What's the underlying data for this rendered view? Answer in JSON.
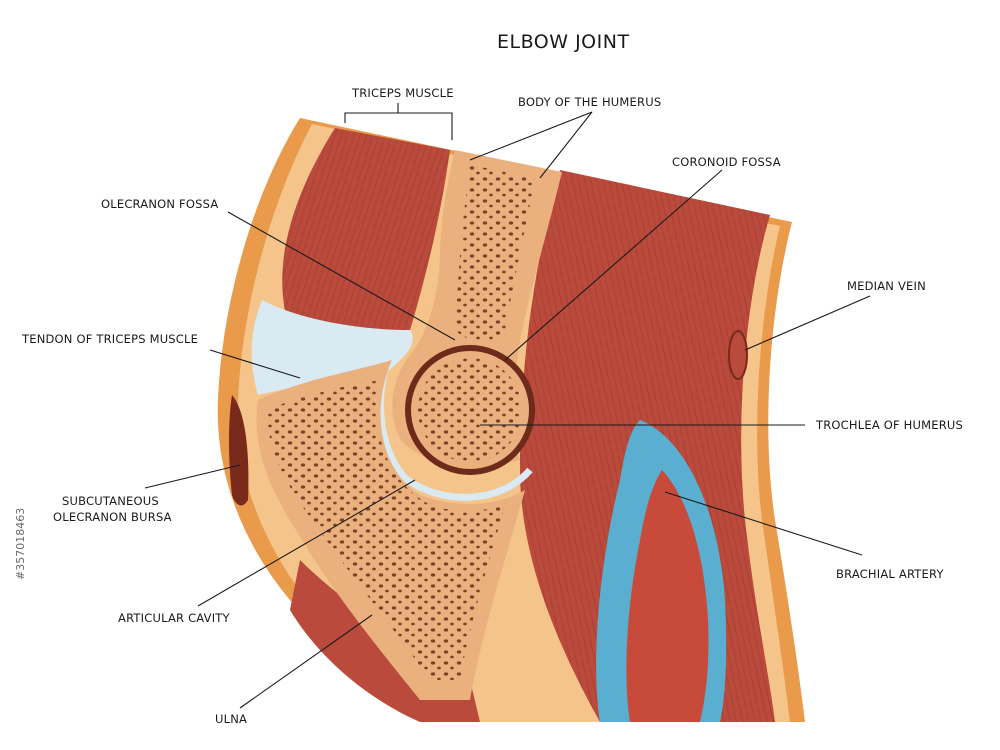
{
  "title": "ELBOW JOINT",
  "labels": {
    "triceps_muscle": "TRICEPS MUSCLE",
    "body_of_humerus": "BODY OF THE HUMERUS",
    "coronoid_fossa": "CORONOID FOSSA",
    "olecranon_fossa": "OLECRANON FOSSA",
    "median_vein": "MEDIAN VEIN",
    "tendon_of_triceps": "TENDON OF TRICEPS MUSCLE",
    "trochlea_of_humerus": "TROCHLEA OF HUMERUS",
    "bursa_line1": "SUBCUTANEOUS",
    "bursa_line2": "OLECRANON BURSA",
    "brachial_artery": "BRACHIAL ARTERY",
    "articular_cavity": "ARTICULAR CAVITY",
    "ulna": "ULNA"
  },
  "watermark": "#357018463",
  "colors": {
    "skin": "#e99a4a",
    "fat": "#f4c48a",
    "muscle": "#b94a3c",
    "muscle_dark": "#8f2f26",
    "bone": "#eab07e",
    "marrow": "#7a4328",
    "tendon": "#d9eaf2",
    "joint_line": "#6e2a1a",
    "vessel_blue": "#5aaed0",
    "artery": "#c84a3a"
  }
}
